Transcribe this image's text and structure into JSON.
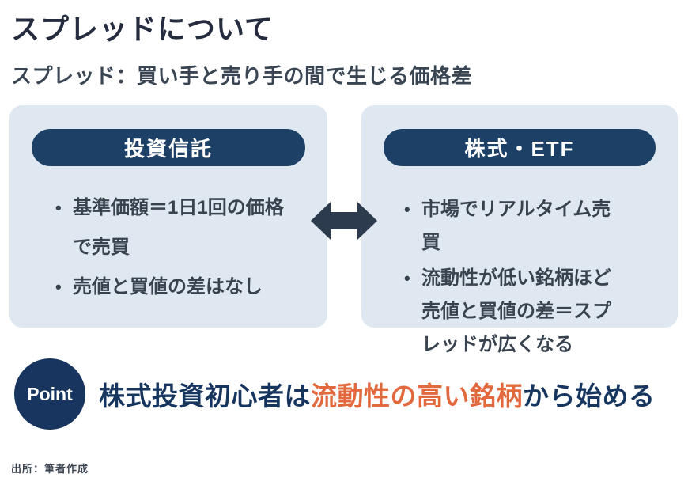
{
  "page": {
    "title": "スプレッドについて",
    "subtitle": "スプレッド：買い手と売り手の間で生じる価格差",
    "source": "出所：筆者作成"
  },
  "cards": {
    "left": {
      "header": "投資信託",
      "bullets": [
        "基準価額＝1日1回の価格で売買",
        "売値と買値の差はなし"
      ]
    },
    "right": {
      "header": "株式・ETF",
      "bullets": [
        "市場でリアルタイム売買",
        "流動性が低い銘柄ほど売値と買値の差＝スプレッドが広くなる"
      ]
    }
  },
  "arrow": {
    "icon": "double-headed-arrow",
    "color": "#2d3b4e"
  },
  "point": {
    "badge": "Point",
    "text_prefix": "株式投資初心者は",
    "text_highlight": "流動性の高い銘柄",
    "text_suffix": "から始める"
  },
  "colors": {
    "background": "#ffffff",
    "title": "#262c3f",
    "subtitle": "#3a4554",
    "card_bg": "#dfe7f0",
    "pill_bg": "#1d4166",
    "pill_text": "#ffffff",
    "bullet_text": "#39424f",
    "point_circle": "#17355f",
    "point_text": "#17365f",
    "highlight_orange": "#e2693e"
  }
}
